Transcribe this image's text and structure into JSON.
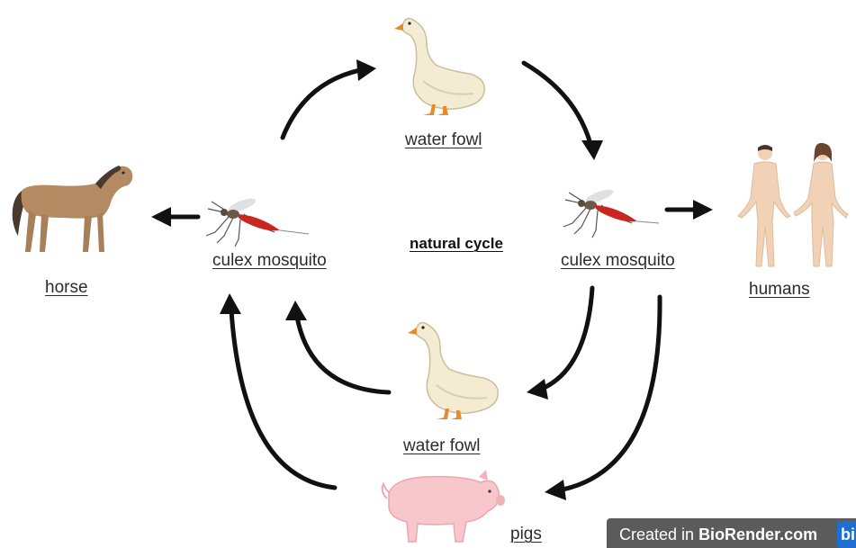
{
  "labels": {
    "water_fowl_top": "water fowl",
    "water_fowl_bottom": "water fowl",
    "culex_mosquito_left": "culex mosquito",
    "culex_mosquito_right": "culex mosquito",
    "natural_cycle": "natural cycle",
    "horse": "horse",
    "humans": "humans",
    "pigs": "pigs"
  },
  "watermark": {
    "prefix": "Created in ",
    "brand": "BioRender.com",
    "logo": "bi"
  },
  "icons": [
    "goose-icon",
    "goose-icon",
    "mosquito-icon",
    "mosquito-icon",
    "horse-icon",
    "humans-icon",
    "pig-icon"
  ],
  "colors": {
    "arrow": "#111111",
    "goose_body": "#f3ecd2",
    "goose_beak": "#e88a2e",
    "mosquito_abdomen": "#c8261e",
    "horse": "#b38a62",
    "horse_mane": "#4a3a2e",
    "skin": "#f1d2b6",
    "pig": "#f7c7cc",
    "watermark_bg": "#5b5b5b"
  }
}
